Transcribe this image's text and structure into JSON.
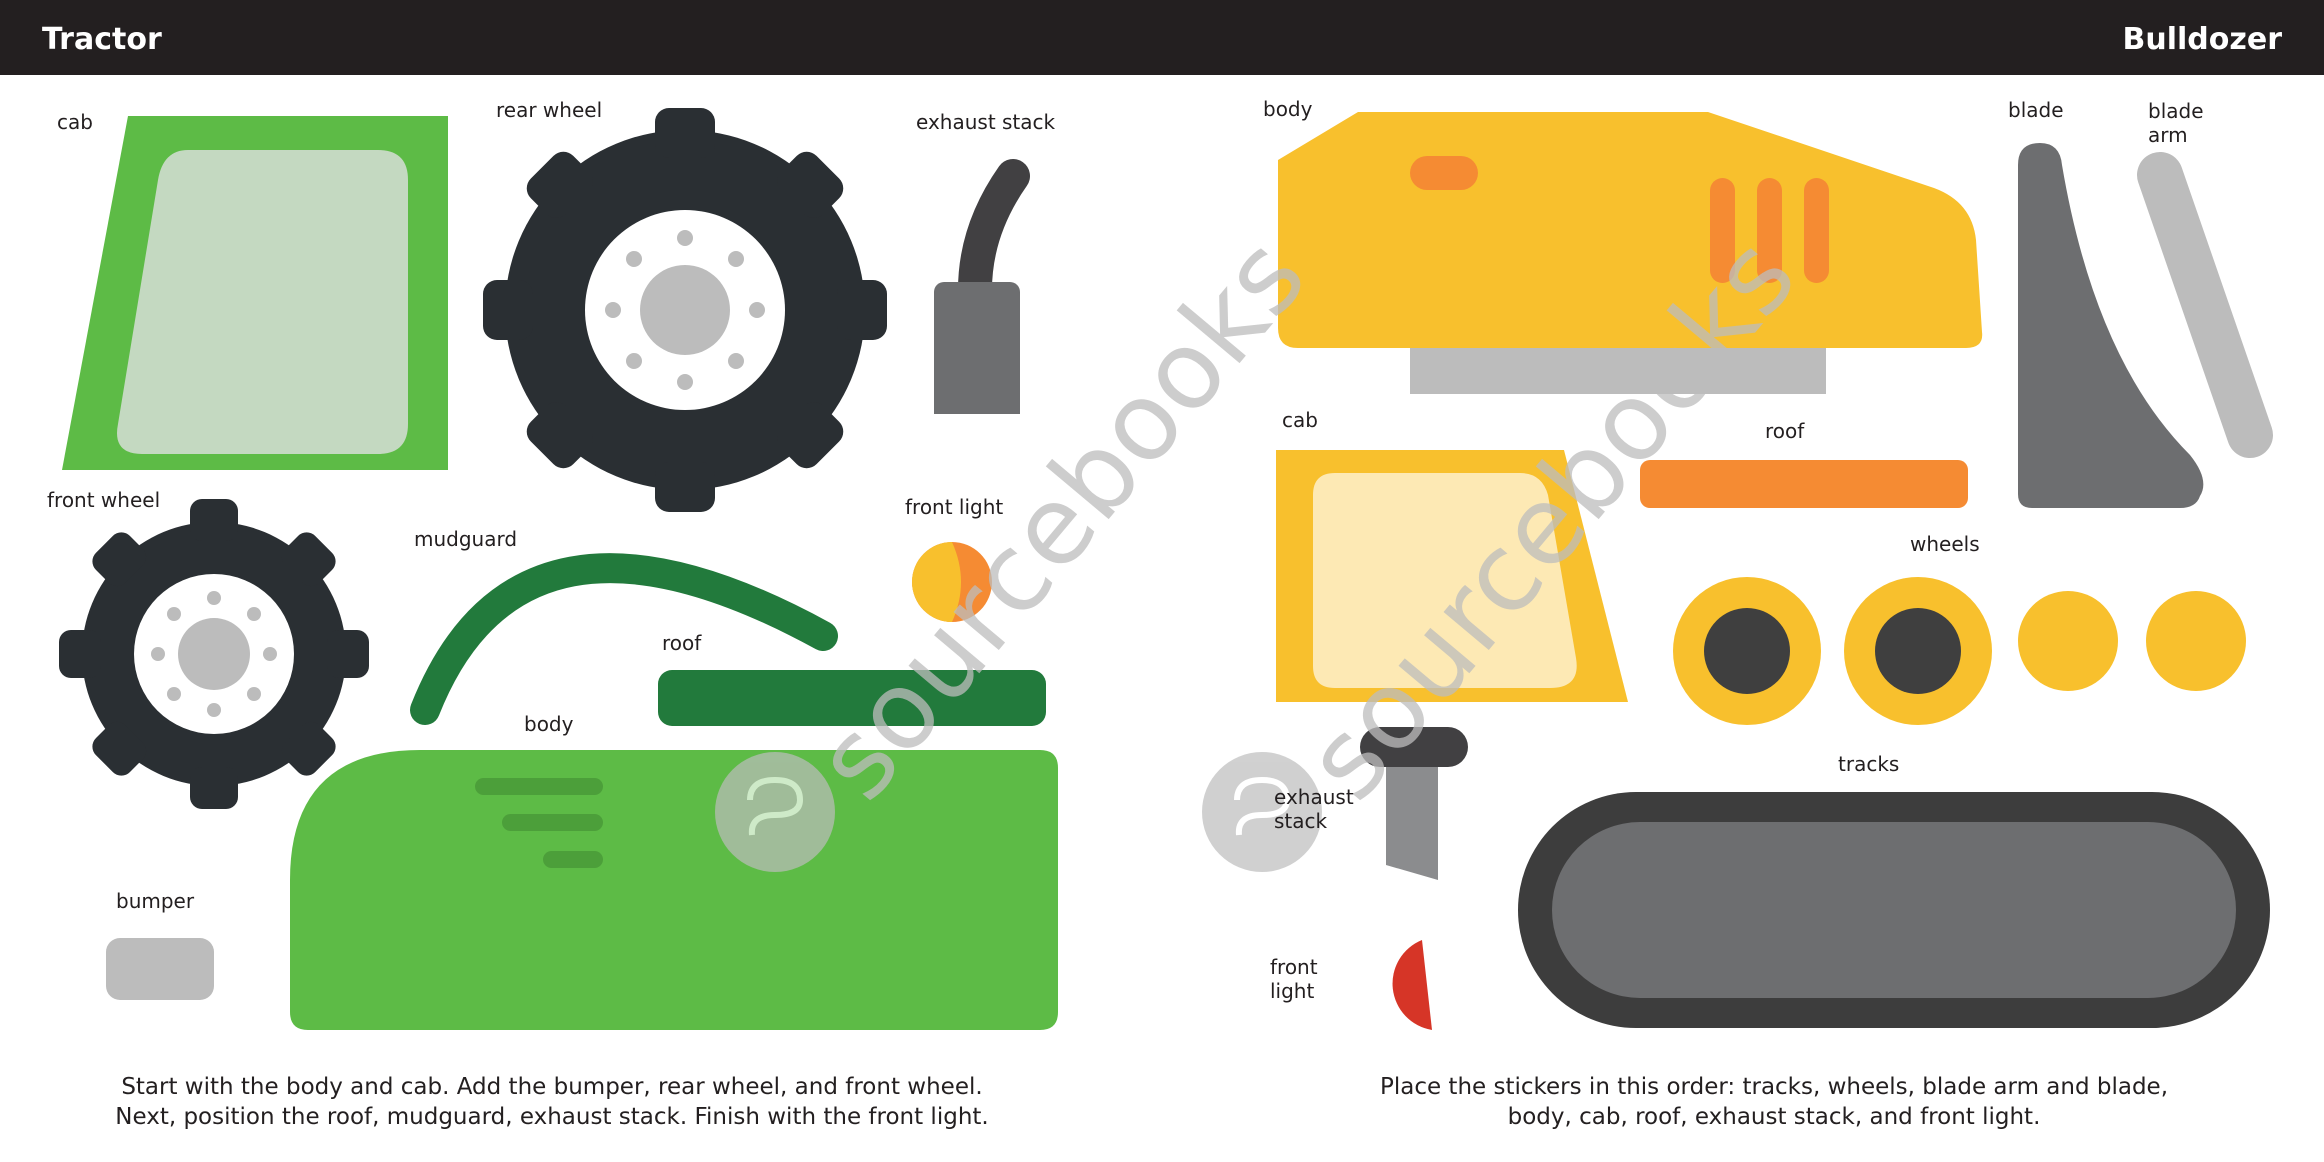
{
  "header": {
    "left_title": "Tractor",
    "right_title": "Bulldozer"
  },
  "tractor": {
    "labels": {
      "cab": "cab",
      "rear_wheel": "rear wheel",
      "exhaust_stack": "exhaust stack",
      "front_wheel": "front wheel",
      "mudguard": "mudguard",
      "front_light": "front light",
      "roof": "roof",
      "body": "body",
      "bumper": "bumper"
    },
    "instructions": [
      "Start with the body and cab. Add the bumper, rear wheel, and front wheel.",
      "Next, position the roof, mudguard, exhaust stack. Finish with the front light."
    ]
  },
  "bulldozer": {
    "labels": {
      "body": "body",
      "blade": "blade",
      "blade_arm_1": "blade",
      "blade_arm_2": "arm",
      "cab": "cab",
      "roof": "roof",
      "wheels": "wheels",
      "exhaust_stack_1": "exhaust",
      "exhaust_stack_2": "stack",
      "tracks": "tracks",
      "front_light_1": "front",
      "front_light_2": "light"
    },
    "instructions": [
      "Place the stickers in this order:  tracks, wheels, blade arm and blade,",
      "body, cab, roof, exhaust stack, and front light."
    ]
  },
  "watermark": "sourcebooks",
  "colors": {
    "header_bg": "#231f20",
    "tractor_green": "#5dbb46",
    "dark_green": "#227a3c",
    "tire_dark": "#2a2f33",
    "bulldozer_yellow": "#f8c02d",
    "orange": "#f58b33",
    "gray_dark": "#6d6e70",
    "gray_light": "#bcbcbc",
    "red": "#d63527"
  }
}
